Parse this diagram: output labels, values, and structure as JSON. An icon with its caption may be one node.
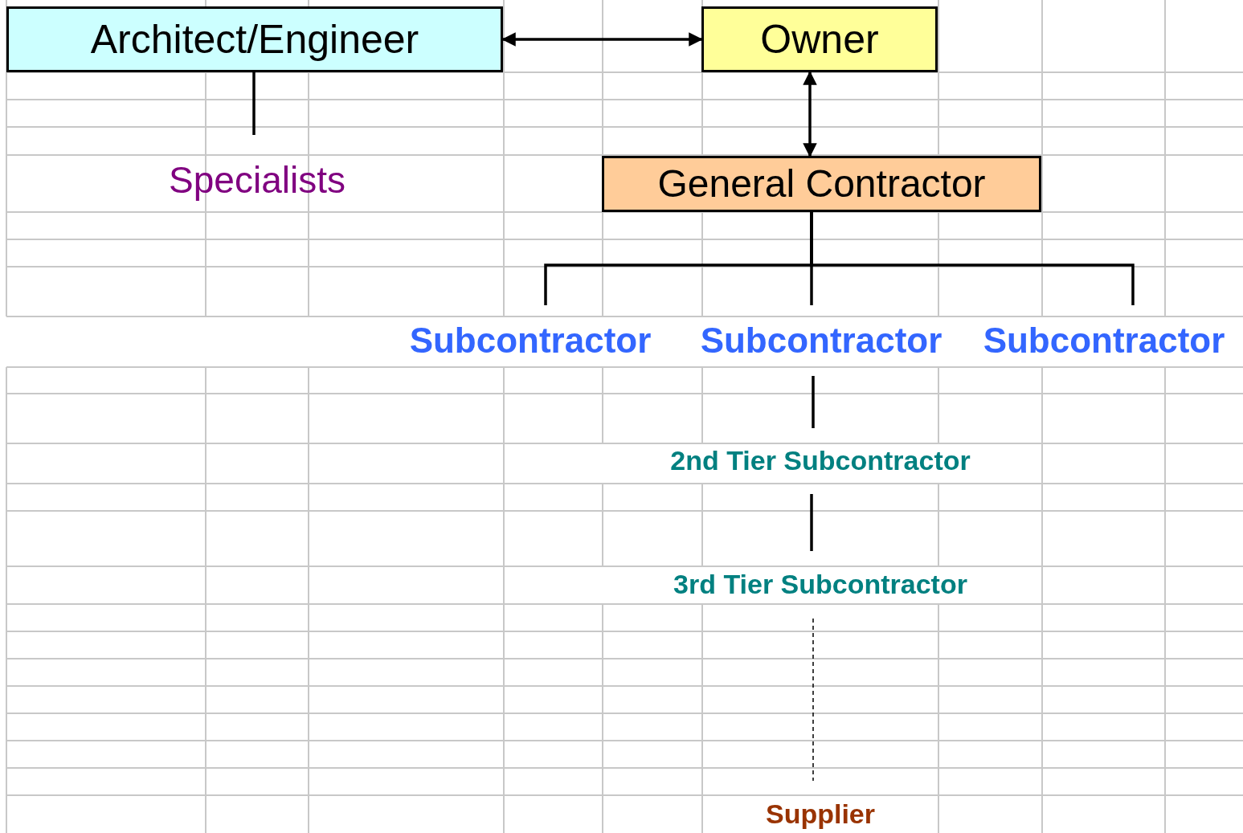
{
  "diagram": {
    "nodes": [
      {
        "text": [
          "Architect/Engineer"
        ]
      },
      {
        "text": [
          "Owner"
        ]
      },
      {
        "text": [
          "Specialists"
        ]
      },
      {
        "text": [
          "General Contractor"
        ]
      },
      {
        "text": [
          "Subcontractor"
        ]
      },
      {
        "text": [
          "Subcontractor"
        ]
      },
      {
        "text": [
          "Subcontractor"
        ]
      },
      {
        "text": [
          "2nd Tier Subcontractor"
        ]
      },
      {
        "text": [
          "3rd Tier Subcontractor"
        ]
      },
      {
        "text": [
          "Supplier"
        ]
      }
    ],
    "edges": [
      {
        "from": 0,
        "to": 1,
        "arrow": "both"
      },
      {
        "from": 1,
        "to": 3,
        "arrow": "both"
      },
      {
        "from": 0,
        "to": 2,
        "arrow": "none"
      },
      {
        "from": 3,
        "to": 4,
        "arrow": "none"
      },
      {
        "from": 3,
        "to": 5,
        "arrow": "none"
      },
      {
        "from": 3,
        "to": 6,
        "arrow": "none"
      },
      {
        "from": 5,
        "to": 7,
        "arrow": "none"
      },
      {
        "from": 7,
        "to": 8,
        "arrow": "none"
      },
      {
        "from": 8,
        "to": 9,
        "arrow": "none",
        "style": "dashed"
      }
    ]
  }
}
